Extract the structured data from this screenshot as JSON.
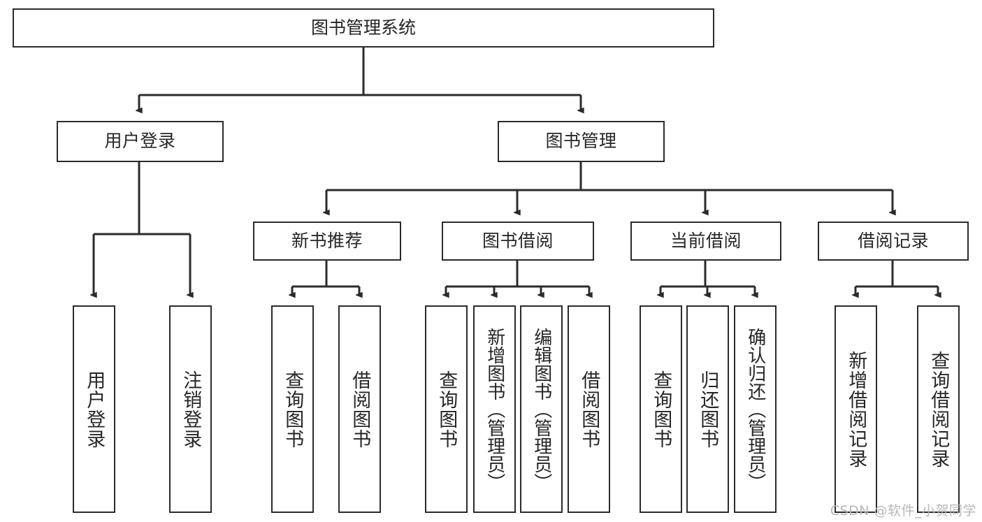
{
  "diagram": {
    "type": "tree-hierarchy",
    "title": "图书管理系统",
    "watermark": "CSDN @软件_小贺同学",
    "colors": {
      "stroke": "#2b2b2b",
      "fill": "#ffffff",
      "text": "#262626",
      "watermark": "#b7b7b7"
    },
    "nodes": {
      "root": {
        "label": "图书管理系统"
      },
      "level2": [
        {
          "label": "用户登录"
        },
        {
          "label": "图书管理"
        }
      ],
      "level3": [
        {
          "label": "新书推荐"
        },
        {
          "label": "图书借阅"
        },
        {
          "label": "当前借阅"
        },
        {
          "label": "借阅记录"
        }
      ],
      "leaves": {
        "user_login": [
          {
            "label": "用户登录"
          },
          {
            "label": "注销登录"
          }
        ],
        "new_book": [
          {
            "label": "查询图书"
          },
          {
            "label": "借阅图书"
          }
        ],
        "book_borrow": [
          {
            "label": "查询图书"
          },
          {
            "label": "新增图书（管理员）"
          },
          {
            "label": "编辑图书（管理员）"
          },
          {
            "label": "借阅图书"
          }
        ],
        "current_borrow": [
          {
            "label": "查询图书"
          },
          {
            "label": "归还图书"
          },
          {
            "label": "确认归还（管理员）"
          }
        ],
        "borrow_record": [
          {
            "label": "新增借阅记录"
          },
          {
            "label": "查询借阅记录"
          }
        ]
      }
    }
  }
}
